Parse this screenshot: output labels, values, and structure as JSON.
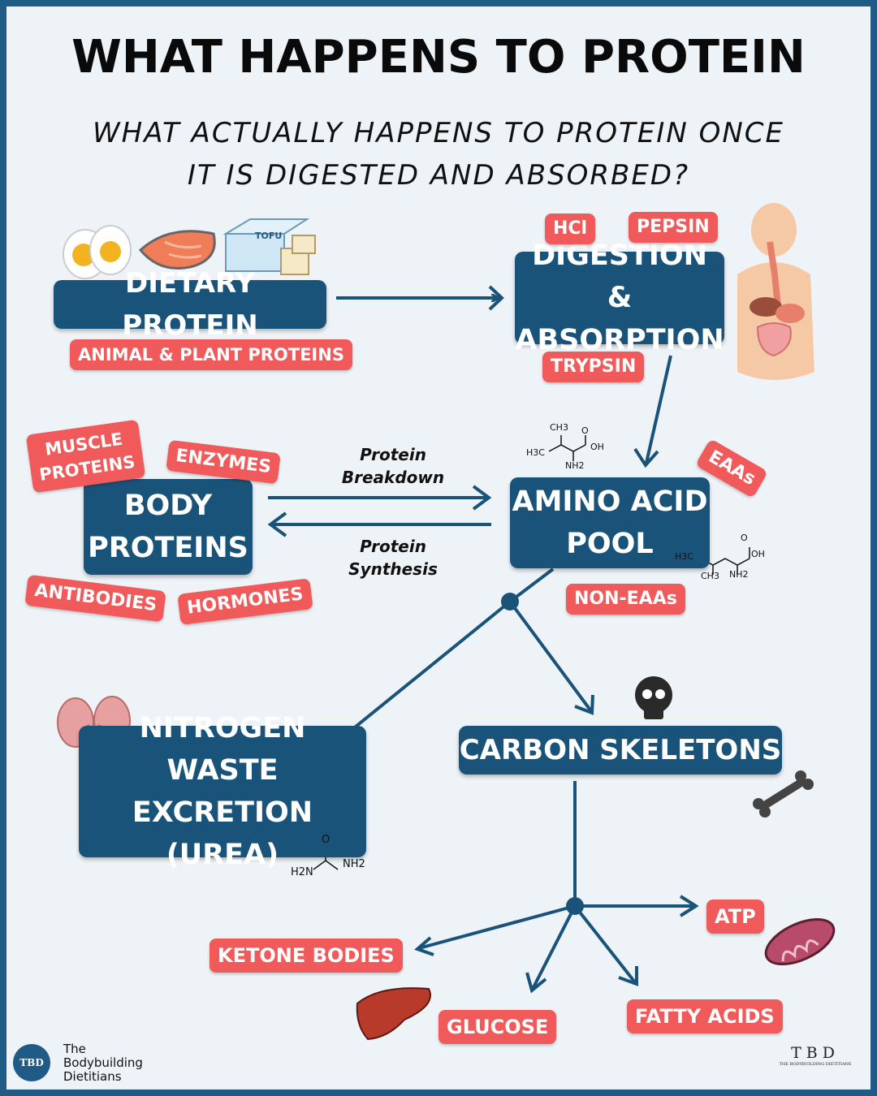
{
  "header": {
    "title": "WHAT HAPPENS TO PROTEIN",
    "subtitle_line1": "WHAT ACTUALLY HAPPENS TO PROTEIN ONCE",
    "subtitle_line2": "IT IS DIGESTED AND ABSORBED?"
  },
  "nodes": {
    "dietary_protein": "DIETARY PROTEIN",
    "digestion_line1": "DIGESTION &",
    "digestion_line2": "ABSORPTION",
    "body_proteins_line1": "BODY",
    "body_proteins_line2": "PROTEINS",
    "amino_acid_line1": "AMINO ACID",
    "amino_acid_line2": "POOL",
    "nitrogen_line1": "NITROGEN",
    "nitrogen_line2": "WASTE EXCRETION",
    "nitrogen_line3": "(UREA)",
    "carbon_skeletons": "CARBON SKELETONS"
  },
  "tags": {
    "animal_plant": "ANIMAL & PLANT PROTEINS",
    "hcl": "HCl",
    "pepsin": "PEPSIN",
    "trypsin": "TRYPSIN",
    "muscle_line1": "MUSCLE",
    "muscle_line2": "PROTEINS",
    "enzymes": "ENZYMES",
    "antibodies": "ANTIBODIES",
    "hormones": "HORMONES",
    "eaas": "EAAs",
    "non_eaas": "NON-EAAs",
    "ketone_bodies": "KETONE BODIES",
    "atp": "ATP",
    "glucose": "GLUCOSE",
    "fatty_acids": "FATTY ACIDS"
  },
  "flow_labels": {
    "breakdown_line1": "Protein",
    "breakdown_line2": "Breakdown",
    "synthesis_line1": "Protein",
    "synthesis_line2": "Synthesis"
  },
  "chem": {
    "ch3": "CH3",
    "h3c": "H3C",
    "oh": "OH",
    "nh2": "NH2",
    "o": "O",
    "h2n": "H2N",
    "tofu": "TOFU"
  },
  "brand": {
    "logo_text": "TBD",
    "line1": "The",
    "line2": "Bodybuilding",
    "line3": "Dietitians",
    "right_logo": "TBD",
    "right_sub": "THE BODYBUILDING DIETITIANS"
  },
  "colors": {
    "navy": "#1a5379",
    "red": "#f05a5b",
    "background": "#eef3f7",
    "border": "#1f5b86"
  }
}
